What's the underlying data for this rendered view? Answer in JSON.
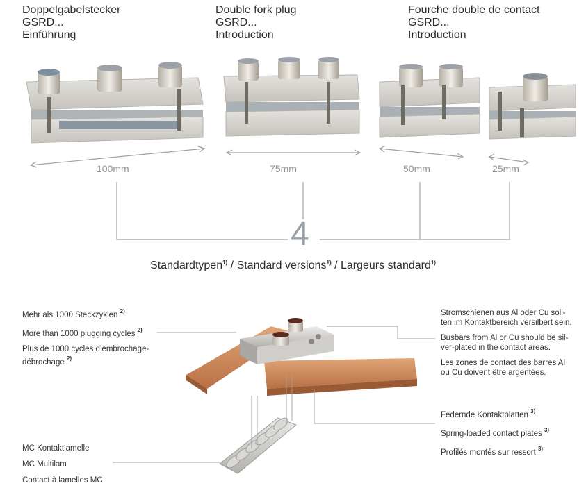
{
  "headers": [
    {
      "line1": "Doppelgabelstecker",
      "line2": "GSRD...",
      "line3": "Einführung"
    },
    {
      "line1": "Double fork plug",
      "line2": "GSRD...",
      "line3": "Introduction"
    },
    {
      "line1": "Fourche double de contact",
      "line2": "GSRD...",
      "line3": "Introduction"
    }
  ],
  "dimensions": [
    "100mm",
    "75mm",
    "50mm",
    "25mm"
  ],
  "count": "4",
  "standard_line": {
    "de": "Standardtypen",
    "en": "Standard versions",
    "fr": "Largeurs standard",
    "sep": " / ",
    "footnote": "1)"
  },
  "cycles": {
    "de": "Mehr als 1000 Steckzyklen",
    "en": "More than 1000 plugging cycles",
    "fr_line1": "Plus de 1000 cycles d’embrochage-",
    "fr_line2": "débrochage",
    "footnote": "2)"
  },
  "busbars": {
    "de_line1": "Stromschienen aus Al oder Cu soll-",
    "de_line2": "ten im Kontaktbereich versilbert sein.",
    "en_line1": "Busbars from Al or Cu should be sil-",
    "en_line2": "ver-plated in the contact areas.",
    "fr_line1": "Les zones de contact des barres Al",
    "fr_line2": "ou Cu doivent être argentées."
  },
  "plates": {
    "de": "Federnde Kontaktplatten",
    "en": "Spring-loaded contact plates",
    "fr": "Profilés montés sur ressort",
    "footnote": "3)"
  },
  "multilam": {
    "de": "MC Kontaktlamelle",
    "en": "MC Multilam",
    "fr": "Contact à lamelles MC"
  }
}
